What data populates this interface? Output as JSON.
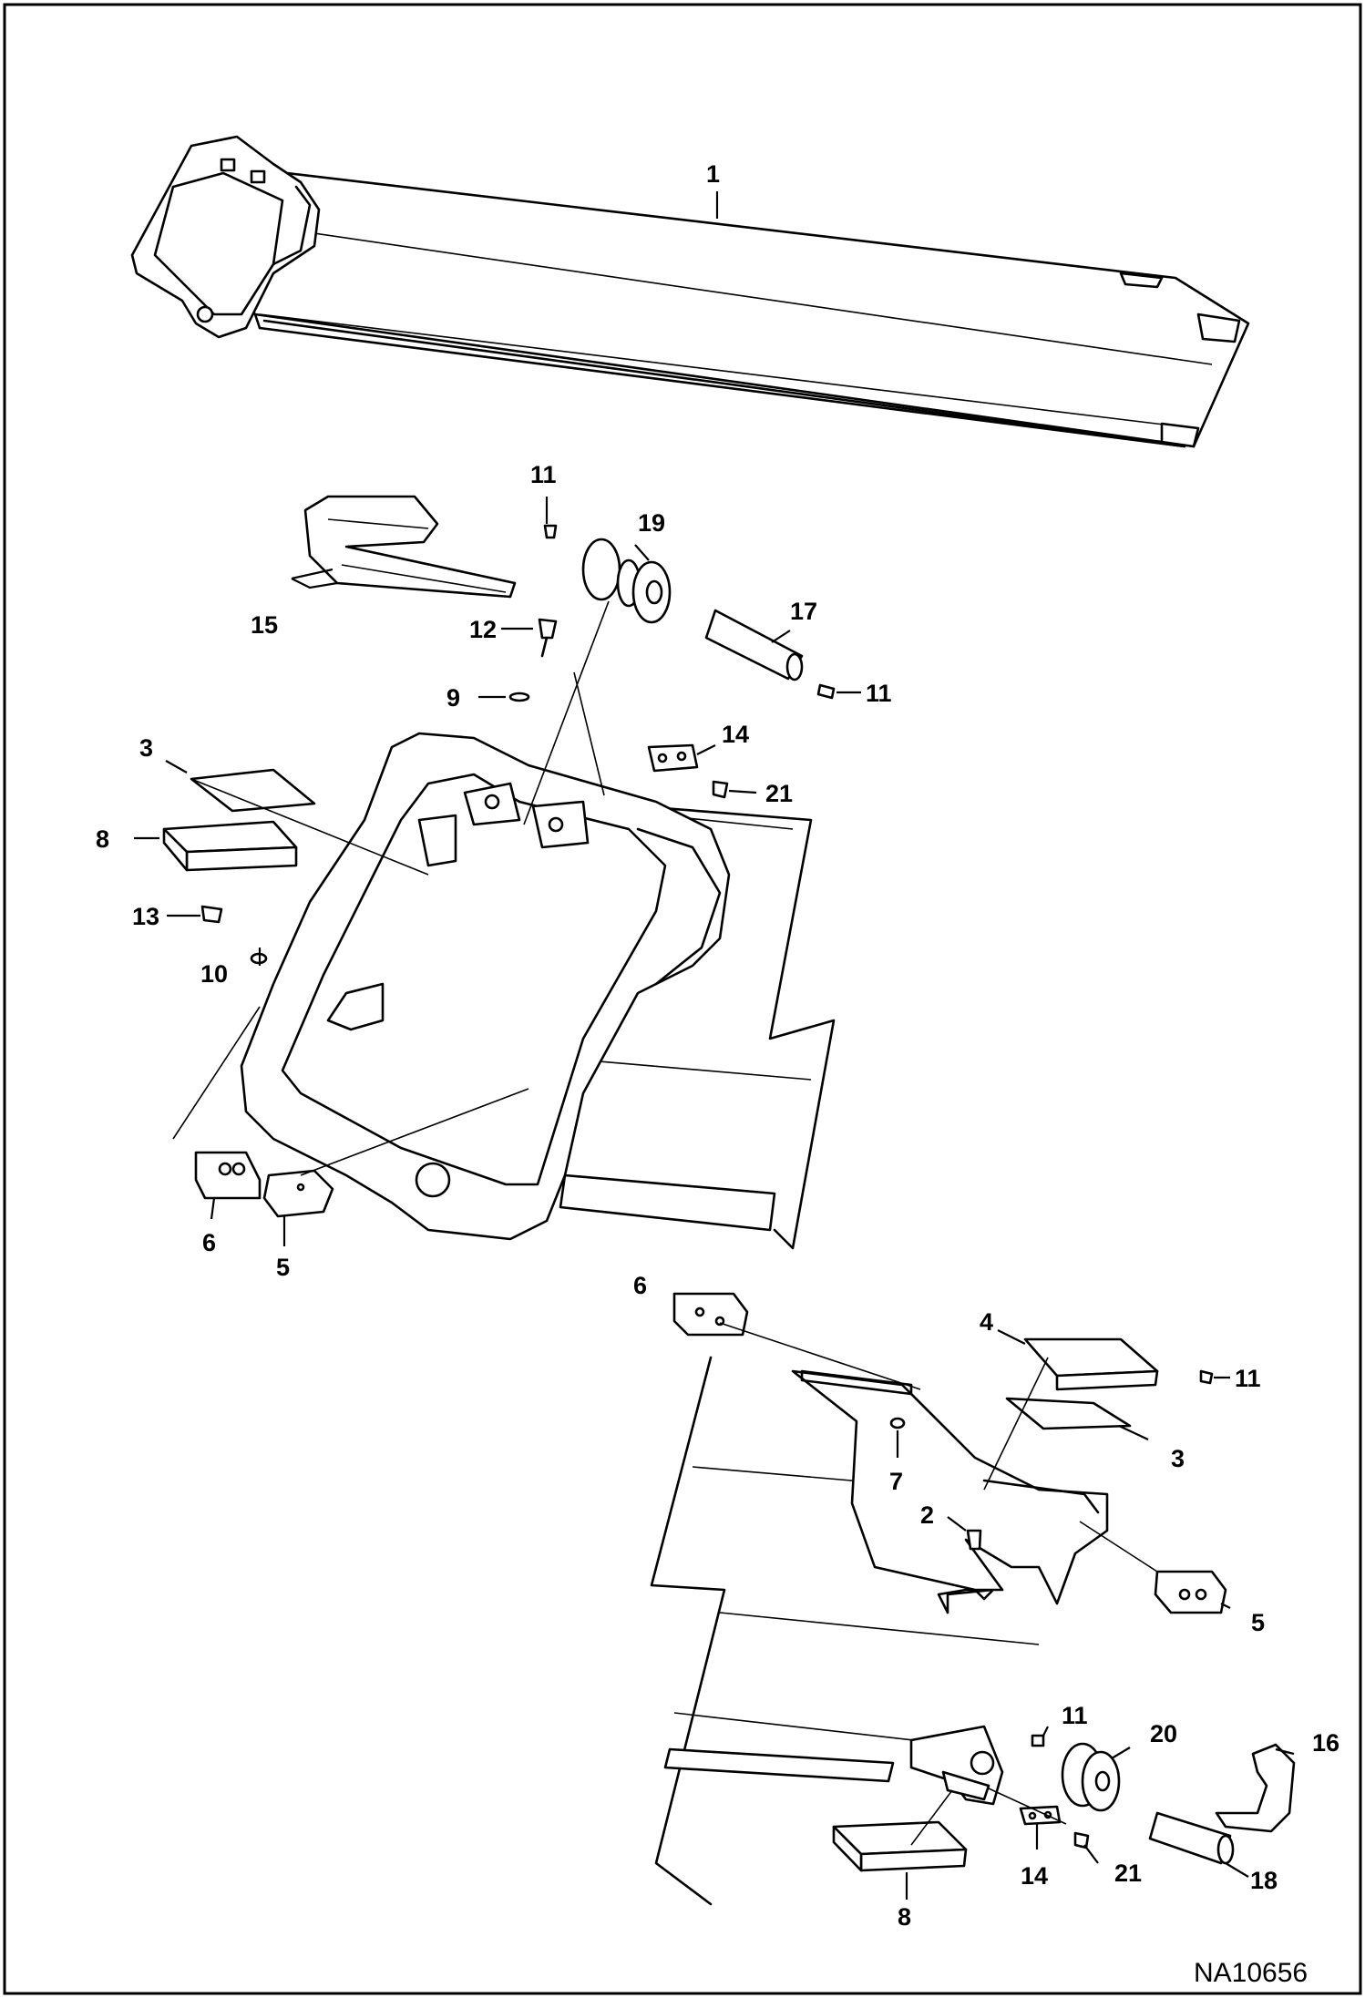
{
  "figure_id": "NA10656",
  "callouts": [
    "1",
    "2",
    "3",
    "4",
    "5",
    "6",
    "7",
    "8",
    "9",
    "10",
    "11",
    "12",
    "13",
    "14",
    "15",
    "16",
    "17",
    "18",
    "19",
    "20",
    "21"
  ]
}
